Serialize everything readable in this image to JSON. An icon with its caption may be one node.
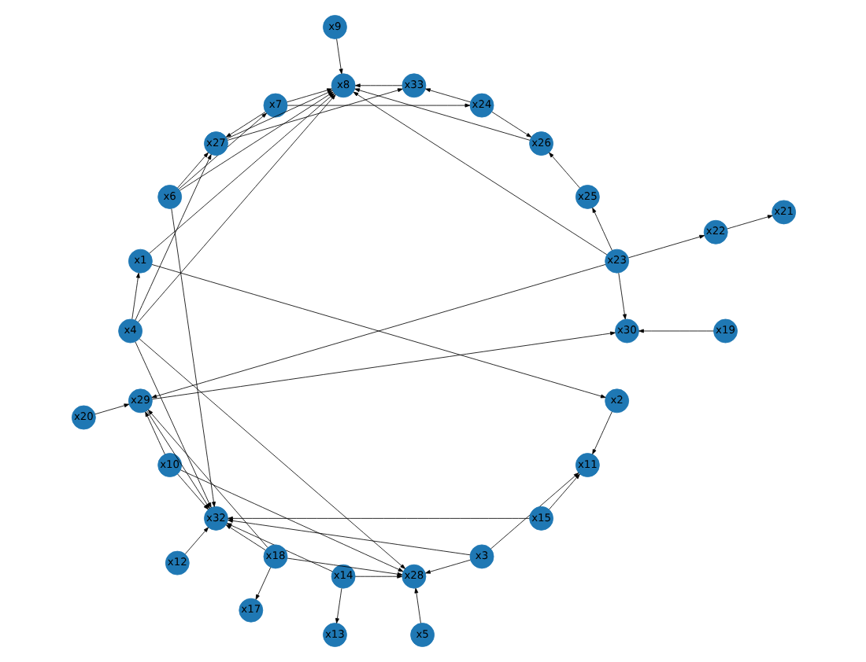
{
  "diagram": {
    "nodes": [
      {
        "text": [
          "x1"
        ]
      },
      {
        "text": [
          "x2"
        ]
      },
      {
        "text": [
          "x6"
        ]
      },
      {
        "text": [
          "x7"
        ]
      },
      {
        "text": [
          "x8"
        ]
      },
      {
        "text": [
          "x9"
        ]
      },
      {
        "text": [
          "x23"
        ]
      },
      {
        "text": [
          "x25"
        ]
      },
      {
        "text": [
          "x26"
        ]
      },
      {
        "text": [
          "x27"
        ]
      },
      {
        "text": [
          "x33"
        ]
      },
      {
        "text": [
          "x11"
        ]
      },
      {
        "text": [
          "x3"
        ]
      },
      {
        "text": [
          "x15"
        ]
      },
      {
        "text": [
          "x14"
        ]
      },
      {
        "text": [
          "x13"
        ]
      },
      {
        "text": [
          "x18"
        ]
      },
      {
        "text": [
          "x17"
        ]
      },
      {
        "text": [
          "x22"
        ]
      },
      {
        "text": [
          "x21"
        ]
      },
      {
        "text": [
          "x24"
        ]
      },
      {
        "text": [
          "x28"
        ]
      },
      {
        "text": [
          "x5"
        ]
      },
      {
        "text": [
          "x10"
        ]
      },
      {
        "text": [
          "x12"
        ]
      },
      {
        "text": [
          "x32"
        ]
      },
      {
        "text": [
          "x29"
        ]
      },
      {
        "text": [
          "x30"
        ]
      },
      {
        "text": [
          "x19"
        ]
      },
      {
        "text": [
          "x20"
        ]
      },
      {
        "text": [
          "x4"
        ]
      }
    ],
    "edges": [
      {
        "from": 7,
        "to": 8,
        "arrow": "to"
      },
      {
        "from": 9,
        "to": 10,
        "arrow": "to"
      },
      {
        "from": 6,
        "to": 7,
        "arrow": "to"
      },
      {
        "from": 6,
        "to": 4,
        "arrow": "to"
      },
      {
        "from": 5,
        "to": 4,
        "arrow": "to"
      },
      {
        "from": 10,
        "to": 4,
        "arrow": "to"
      },
      {
        "from": 8,
        "to": 4,
        "arrow": "to"
      },
      {
        "from": 9,
        "to": 4,
        "arrow": "to"
      },
      {
        "from": 2,
        "to": 3,
        "arrow": "to"
      },
      {
        "from": 3,
        "to": 4,
        "arrow": "to"
      },
      {
        "from": 2,
        "to": 4,
        "arrow": "to"
      },
      {
        "from": 30,
        "to": 4,
        "arrow": "to"
      },
      {
        "from": 0,
        "to": 4,
        "arrow": "to"
      },
      {
        "from": 30,
        "to": 0,
        "arrow": "to"
      },
      {
        "from": 0,
        "to": 1,
        "arrow": "to"
      },
      {
        "from": 1,
        "to": 11,
        "arrow": "to"
      },
      {
        "from": 2,
        "to": 9,
        "arrow": "to"
      },
      {
        "from": 3,
        "to": 9,
        "arrow": "to"
      },
      {
        "from": 30,
        "to": 9,
        "arrow": "to"
      },
      {
        "from": 12,
        "to": 11,
        "arrow": "to"
      },
      {
        "from": 13,
        "to": 11,
        "arrow": "to"
      },
      {
        "from": 14,
        "to": 15,
        "arrow": "to"
      },
      {
        "from": 16,
        "to": 17,
        "arrow": "to"
      },
      {
        "from": 18,
        "to": 19,
        "arrow": "to"
      },
      {
        "from": 3,
        "to": 20,
        "arrow": "to"
      },
      {
        "from": 6,
        "to": 18,
        "arrow": "to"
      },
      {
        "from": 20,
        "to": 10,
        "arrow": "to"
      },
      {
        "from": 20,
        "to": 8,
        "arrow": "to"
      },
      {
        "from": 12,
        "to": 21,
        "arrow": "to"
      },
      {
        "from": 12,
        "to": 25,
        "arrow": "to"
      },
      {
        "from": 13,
        "to": 25,
        "arrow": "to"
      },
      {
        "from": 14,
        "to": 25,
        "arrow": "to"
      },
      {
        "from": 14,
        "to": 21,
        "arrow": "to"
      },
      {
        "from": 16,
        "to": 25,
        "arrow": "to"
      },
      {
        "from": 16,
        "to": 26,
        "arrow": "to"
      },
      {
        "from": 16,
        "to": 21,
        "arrow": "to"
      },
      {
        "from": 22,
        "to": 21,
        "arrow": "to"
      },
      {
        "from": 23,
        "to": 21,
        "arrow": "to"
      },
      {
        "from": 23,
        "to": 25,
        "arrow": "to"
      },
      {
        "from": 24,
        "to": 25,
        "arrow": "to"
      },
      {
        "from": 23,
        "to": 26,
        "arrow": "to"
      },
      {
        "from": 30,
        "to": 21,
        "arrow": "to"
      },
      {
        "from": 30,
        "to": 25,
        "arrow": "to"
      },
      {
        "from": 6,
        "to": 26,
        "arrow": "to"
      },
      {
        "from": 6,
        "to": 27,
        "arrow": "to"
      },
      {
        "from": 2,
        "to": 25,
        "arrow": "to"
      },
      {
        "from": 28,
        "to": 27,
        "arrow": "to"
      },
      {
        "from": 29,
        "to": 26,
        "arrow": "to"
      },
      {
        "from": 26,
        "to": 27,
        "arrow": "to"
      },
      {
        "from": 26,
        "to": 25,
        "arrow": "to"
      }
    ]
  }
}
